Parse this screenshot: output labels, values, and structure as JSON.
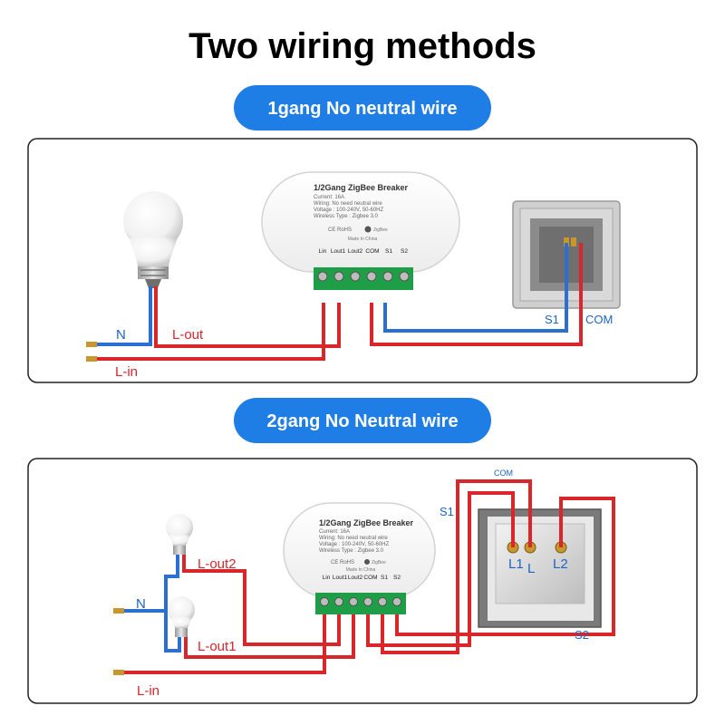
{
  "title": "Two wiring methods",
  "section1": {
    "pill": "1gang No neutral wire",
    "device": {
      "name": "1/2Gang ZigBee Breaker",
      "specs": [
        "Current: 16A",
        "Wiring: No need neutral wire",
        "Voltage : 100-240V, 50-60HZ",
        "Wireless Type : Zigbee 3.0"
      ],
      "cert": "CE RoHS",
      "brand": "ZigBee",
      "origin": "Made In China",
      "terminals": [
        "Lin",
        "Lout1",
        "Lout2",
        "COM",
        "S1",
        "S2"
      ]
    },
    "labels": {
      "n": "N",
      "lout": "L-out",
      "lin": "L-in",
      "s1": "S1",
      "com": "COM"
    }
  },
  "section2": {
    "pill": "2gang No Neutral wire",
    "device": {
      "name": "1/2Gang ZigBee Breaker",
      "specs": [
        "Current: 16A",
        "Wiring: No need neutral wire",
        "Voltage : 100-240V, 50-60HZ",
        "Wireless Type : Zigbee 3.0"
      ],
      "cert": "CE RoHS",
      "brand": "ZigBee",
      "origin": "Made In China",
      "terminals": [
        "Lin",
        "Lout1",
        "Lout2",
        "COM",
        "S1",
        "S2"
      ]
    },
    "labels": {
      "n": "N",
      "lout2": "L-out2",
      "lout1": "L-out1",
      "lin": "L-in",
      "s1": "S1",
      "s2": "S2",
      "com": "COM",
      "l1": "L1",
      "l": "L",
      "l2": "L2"
    }
  },
  "colors": {
    "accent": "#1e7ee6",
    "wire_live": "#d8262b",
    "wire_neutral": "#2b6fd1"
  },
  "icons": [
    "light-bulb-icon",
    "wall-switch-icon",
    "zigbee-logo-icon"
  ]
}
